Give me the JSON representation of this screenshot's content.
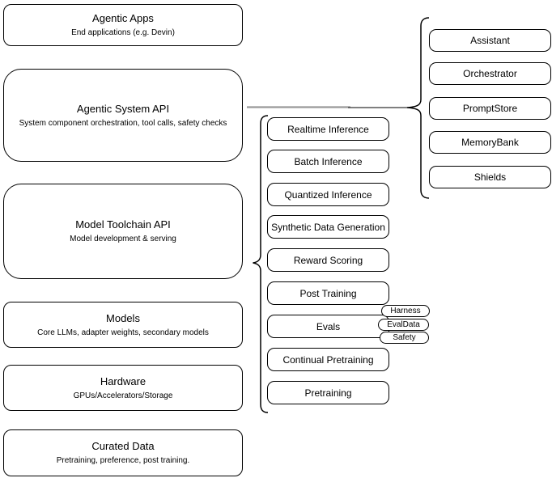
{
  "diagram": {
    "left_stack": [
      {
        "title": "Agentic Apps",
        "subtitle": "End applications (e.g. Devin)"
      },
      {
        "title": "Agentic System API",
        "subtitle": "System component orchestration, tool calls, safety checks"
      },
      {
        "title": "Model Toolchain API",
        "subtitle": "Model development & serving"
      },
      {
        "title": "Models",
        "subtitle": "Core LLMs, adapter weights, secondary models"
      },
      {
        "title": "Hardware",
        "subtitle": "GPUs/Accelerators/Storage"
      },
      {
        "title": "Curated Data",
        "subtitle": "Pretraining, preference, post training."
      }
    ],
    "toolchain_items": [
      "Realtime Inference",
      "Batch Inference",
      "Quantized Inference",
      "Synthetic Data Generation",
      "Reward Scoring",
      "Post Training",
      "Evals",
      "Continual Pretraining",
      "Pretraining"
    ],
    "evals_tags": [
      "Harness",
      "EvalData",
      "Safety"
    ],
    "system_components": [
      "Assistant",
      "Orchestrator",
      "PromptStore",
      "MemoryBank",
      "Shields"
    ],
    "colors": {
      "stroke": "#000000",
      "background": "#ffffff",
      "connector_gray": "#999999",
      "connector_dark": "#333333"
    }
  }
}
